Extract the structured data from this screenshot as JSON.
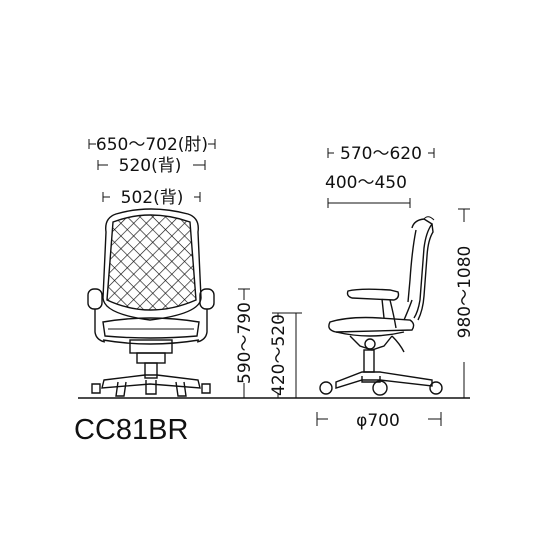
{
  "model_name": "CC81BR",
  "front_view": {
    "armrest_width": "650～702(肘)",
    "back_width_outer": "520(背)",
    "back_width_inner": "502(背)",
    "armrest_height": "590～790",
    "seat_height": "420～520"
  },
  "side_view": {
    "depth_total": "570～620",
    "seat_depth": "400～450",
    "overall_height": "980～1080",
    "base_diameter": "φ700"
  }
}
